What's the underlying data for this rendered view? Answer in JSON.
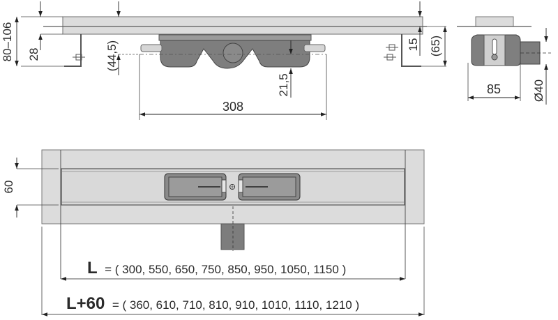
{
  "drawing": {
    "title": "Linear shower drain technical drawing",
    "colors": {
      "line": "#3c3c3c",
      "steel": "#dcdcdc",
      "steel_edge": "#6e6e6e",
      "body_dark": "#7a7a7a",
      "body_mid": "#8f8f8f",
      "pipe": "#7d7d7d"
    },
    "side_view": {
      "dim_total_height": "80–106",
      "dim_28": "28",
      "dim_44_5": "(44,5)",
      "dim_21_5": "21,5",
      "dim_308": "308",
      "dim_15": "15",
      "dim_65": "(65)"
    },
    "end_view": {
      "dim_85": "85",
      "dim_outlet": "Ø40"
    },
    "top_view": {
      "dim_60": "60"
    },
    "lengths": {
      "L_label": "L",
      "L_values": "= ( 300, 550, 650, 750, 850, 950, 1050, 1150 )",
      "L60_label": "L+60",
      "L60_values": "= ( 360, 610, 710, 810, 910, 1010, 1110, 1210 )",
      "L_list": [
        300,
        550,
        650,
        750,
        850,
        950,
        1050,
        1150
      ],
      "L60_list": [
        360,
        610,
        710,
        810,
        910,
        1010,
        1110,
        1210
      ]
    }
  }
}
